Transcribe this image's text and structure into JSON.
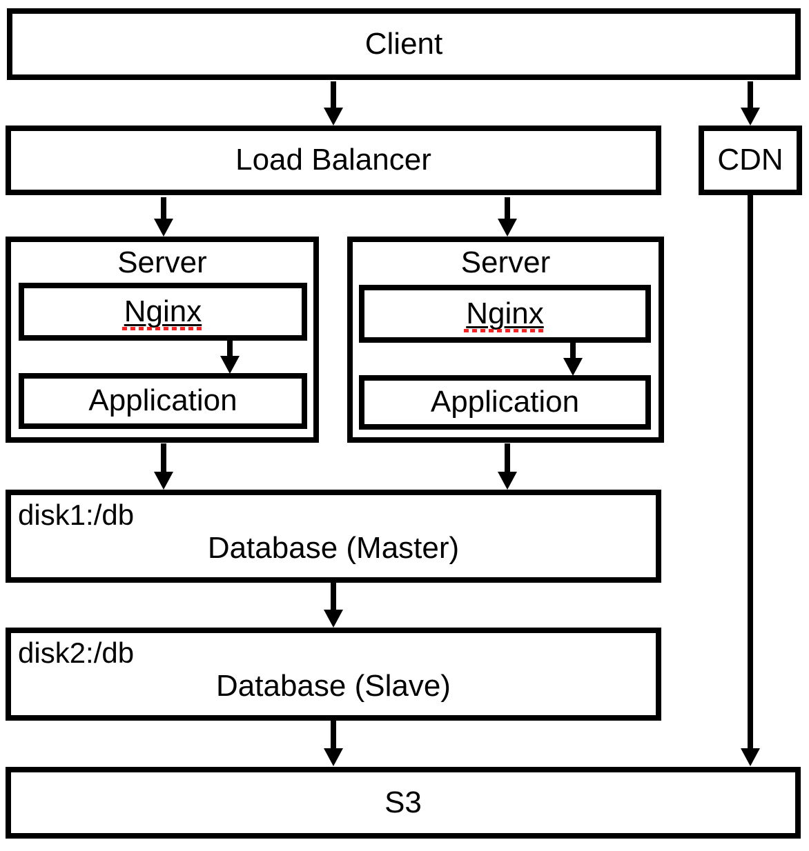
{
  "diagram": {
    "client": {
      "label": "Client"
    },
    "load_balancer": {
      "label": "Load Balancer"
    },
    "cdn": {
      "label": "CDN"
    },
    "servers": [
      {
        "title": "Server",
        "nginx_label": "Nginx",
        "application_label": "Application"
      },
      {
        "title": "Server",
        "nginx_label": "Nginx",
        "application_label": "Application"
      }
    ],
    "database_master": {
      "disk_label": "disk1:/db",
      "label": "Database (Master)"
    },
    "database_slave": {
      "disk_label": "disk2:/db",
      "label": "Database (Slave)"
    },
    "s3": {
      "label": "S3"
    },
    "edges": [
      "Client -> Load Balancer",
      "Client -> CDN",
      "Load Balancer -> Server (left)",
      "Load Balancer -> Server (right)",
      "Nginx -> Application (left server)",
      "Nginx -> Application (right server)",
      "Server (left) -> Database (Master)",
      "Server (right) -> Database (Master)",
      "Database (Master) -> Database (Slave)",
      "Database (Slave) -> S3",
      "CDN -> S3"
    ],
    "colors": {
      "line": "#000000",
      "background": "#ffffff",
      "spellcheck_underline": "#f82222"
    }
  }
}
